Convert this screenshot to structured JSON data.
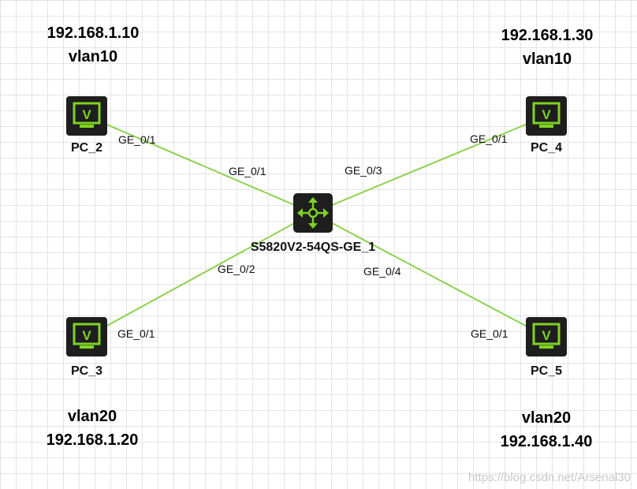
{
  "diagram": {
    "link_color": "#8fd14f",
    "device_color": "#1e1e1e",
    "icon_color": "#7ed321"
  },
  "nodes": {
    "switch": {
      "label": "S5820V2-54QS-GE_1",
      "icon": "switch-icon"
    },
    "pc2": {
      "label": "PC_2",
      "icon": "pc-monitor-icon"
    },
    "pc3": {
      "label": "PC_3",
      "icon": "pc-monitor-icon"
    },
    "pc4": {
      "label": "PC_4",
      "icon": "pc-monitor-icon"
    },
    "pc5": {
      "label": "PC_5",
      "icon": "pc-monitor-icon"
    }
  },
  "links": [
    {
      "from": "pc2",
      "to": "switch",
      "from_port": "GE_0/1",
      "to_port": "GE_0/1"
    },
    {
      "from": "pc4",
      "to": "switch",
      "from_port": "GE_0/1",
      "to_port": "GE_0/3"
    },
    {
      "from": "pc3",
      "to": "switch",
      "from_port": "GE_0/1",
      "to_port": "GE_0/2"
    },
    {
      "from": "pc5",
      "to": "switch",
      "from_port": "GE_0/1",
      "to_port": "GE_0/4"
    }
  ],
  "notes": {
    "pc2": {
      "ip": "192.168.1.10",
      "vlan": "vlan10"
    },
    "pc4": {
      "ip": "192.168.1.30",
      "vlan": "vlan10"
    },
    "pc3": {
      "vlan": "vlan20",
      "ip": "192.168.1.20"
    },
    "pc5": {
      "vlan": "vlan20",
      "ip": "192.168.1.40"
    }
  },
  "watermark": "https://blog.csdn.net/Arsenal30"
}
